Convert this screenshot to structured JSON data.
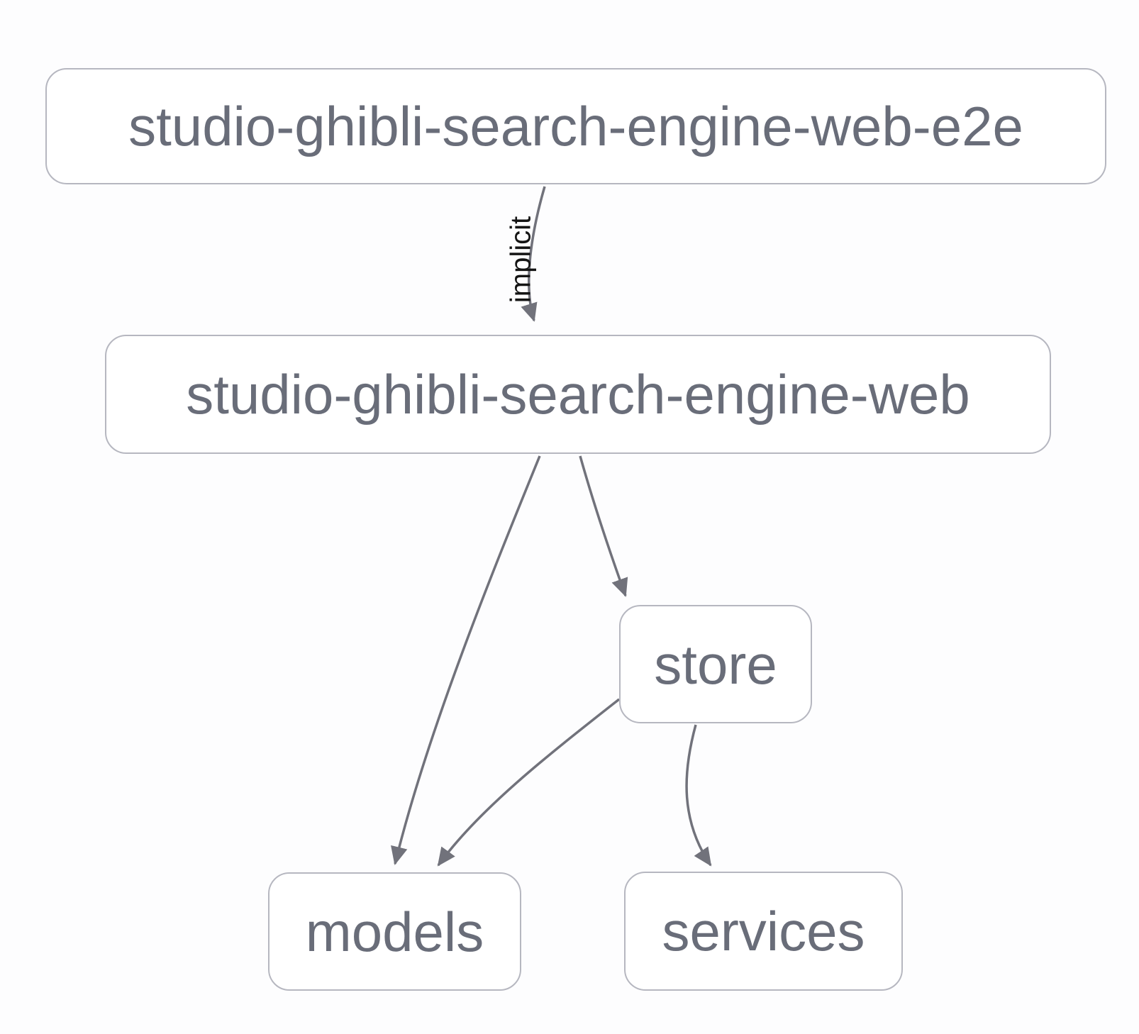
{
  "diagram": {
    "kind": "project-dependency-graph",
    "nodes": [
      {
        "id": "studio-ghibli-search-engine-web-e2e",
        "label": "studio-ghibli-search-engine-web-e2e"
      },
      {
        "id": "studio-ghibli-search-engine-web",
        "label": "studio-ghibli-search-engine-web"
      },
      {
        "id": "store",
        "label": "store"
      },
      {
        "id": "models",
        "label": "models"
      },
      {
        "id": "services",
        "label": "services"
      }
    ],
    "edges": [
      {
        "from": "studio-ghibli-search-engine-web-e2e",
        "to": "studio-ghibli-search-engine-web",
        "label": "implicit"
      },
      {
        "from": "studio-ghibli-search-engine-web",
        "to": "models"
      },
      {
        "from": "studio-ghibli-search-engine-web",
        "to": "store"
      },
      {
        "from": "store",
        "to": "models"
      },
      {
        "from": "store",
        "to": "services"
      }
    ],
    "colors": {
      "background": "#fdfdfe",
      "node_fill": "#ffffff",
      "node_border": "#b6b7c0",
      "node_text": "#696d79",
      "edge": "#71727b",
      "edge_label_text": "#141414"
    }
  }
}
